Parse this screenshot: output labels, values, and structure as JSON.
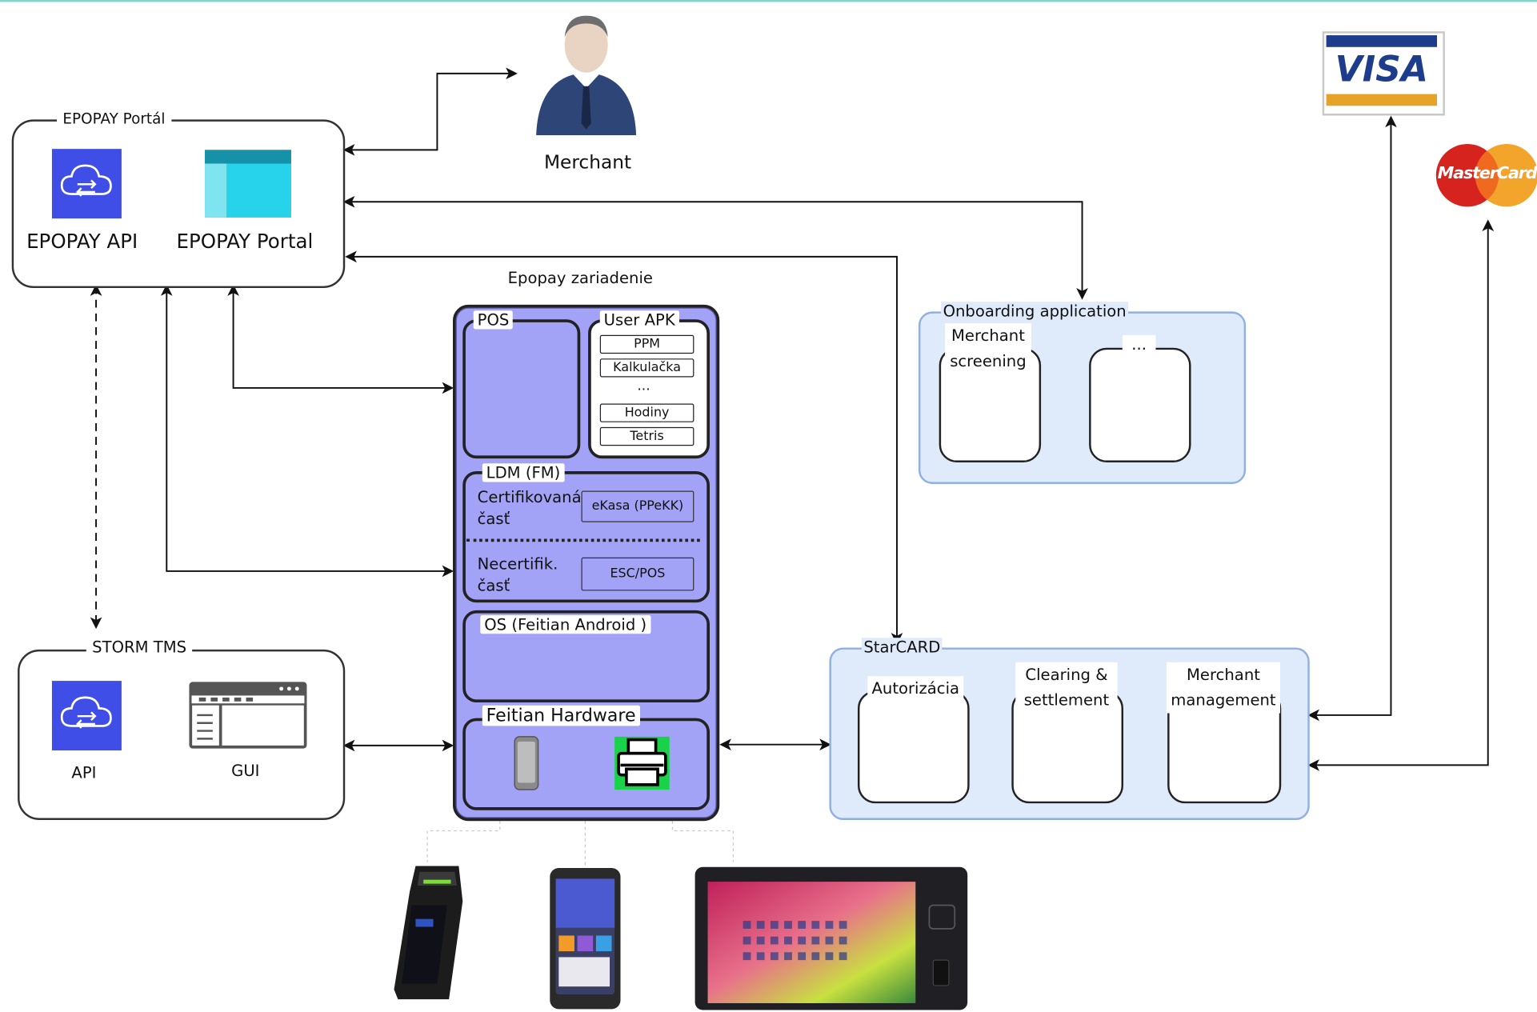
{
  "epopay_portal": {
    "group_label": "EPOPAY Portál",
    "api_label": "EPOPAY API",
    "portal_label": "EPOPAY Portal"
  },
  "merchant": {
    "label": "Merchant"
  },
  "device": {
    "title": "Epopay zariadenie",
    "pos_label": "POS",
    "user_apk": {
      "label": "User APK",
      "items": [
        "PPM",
        "Kalkulačka",
        "...",
        "Hodiny",
        "Tetris"
      ]
    },
    "ldm": {
      "label": "LDM (FM)",
      "certified_label": "Certifikovaná časť",
      "certified_label_line1": "Certifikovaná",
      "certified_label_line2": "časť",
      "ekasa_label": "eKasa (PPeKK)",
      "uncertified_label_line1": "Necertifik.",
      "uncertified_label_line2": "časť",
      "escpos_label": "ESC/POS"
    },
    "os_label": "OS (Feitian Android )",
    "hardware_label": "Feitian Hardware"
  },
  "storm_tms": {
    "group_label": "STORM TMS",
    "api_label": "API",
    "gui_label": "GUI"
  },
  "onboarding": {
    "label": "Onboarding application",
    "slot1_line1": "Merchant",
    "slot1_line2": "screening",
    "slot2_label": "..."
  },
  "starcard": {
    "label": "StarCARD",
    "slot1": "Autorizácia",
    "slot2_line1": "Clearing &",
    "slot2_line2": "settlement",
    "slot3_line1": "Merchant",
    "slot3_line2": "management"
  },
  "brands": {
    "visa": "VISA",
    "mastercard": "MasterCard"
  },
  "colors": {
    "device_fill": "#a2a2f7",
    "panel_fill": "#dfeafb",
    "panel_border": "#8fb0e0",
    "aws_blue": "#3f4ee6"
  },
  "icons": [
    "cloud-sync-icon",
    "browser-window-icon",
    "gui-window-icon",
    "phone-icon",
    "printer-icon",
    "merchant-person-icon",
    "visa-logo",
    "mastercard-logo"
  ]
}
